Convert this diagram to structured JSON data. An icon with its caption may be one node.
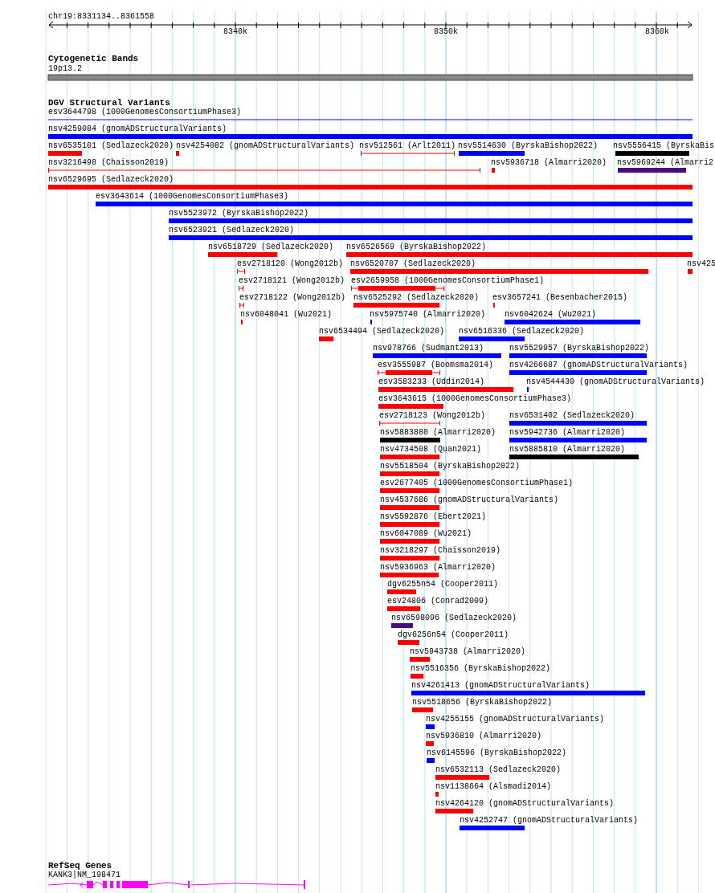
{
  "diagram": {
    "labels": [
      "chr19:8331134..8361558",
      "8340k",
      "8350k",
      "8360k",
      "Cytogenetic Bands",
      "19p13.2",
      "DGV Structural Variants",
      "esv3644798 (1000GenomesConsortiumPhase3)",
      "nsv4259084 (gnomADStructuralVariants)",
      "nsv6535101 (Sedlazeck2020)",
      "nsv4254082 (gnomADStructuralVariants)",
      "nsv512561 (Arlt2011)",
      "nsv5514630 (ByrskaBishop2022)",
      "nsv5556415 (ByrskaBis",
      "nsv3216498 (Chaisson2019)",
      "nsv5936718 (Almarri2020)",
      "nsv5969244 (Almarri2",
      "nsv6529695 (Sedlazeck2020)",
      "esv3643614 (1000GenomesConsortiumPhase3)",
      "nsv5523972 (ByrskaBishop2022)",
      "nsv6523921 (Sedlazeck2020)",
      "nsv6518729 (Sedlazeck2020)",
      "nsv6526569 (ByrskaBishop2022)",
      "esv2718120 (Wong2012b)",
      "nsv6520707 (Sedlazeck2020)",
      "nsv425",
      "esv2718121 (Wong2012b)",
      "esv2659958 (1000GenomesConsortiumPhase1)",
      "esv2718122 (Wong2012b)",
      "nsv6525292 (Sedlazeck2020)",
      "esv3657241 (Besenbacher2015)",
      "nsv6048041 (Wu2021)",
      "nsv5975740 (Almarri2020)",
      "nsv6042624 (Wu2021)",
      "nsv6534494 (Sedlazeck2020)",
      "nsv6516336 (Sedlazeck2020)",
      "nsv978766 (Sudmant2013)",
      "nsv5529957 (ByrskaBishop2022)",
      "esv3555987 (Boomsma2014)",
      "nsv4266687 (gnomADStructuralVariants)",
      "esv3583233 (Uddin2014)",
      "nsv4544430 (gnomADStructuralVariants)",
      "esv3643615 (1000GenomesConsortiumPhase3)",
      "esv2718123 (Wong2012b)",
      "nsv6531402 (Sedlazeck2020)",
      "nsv5883880 (Almarri2020)",
      "nsv5942736 (Almarri2020)",
      "nsv4734508 (Quan2021)",
      "nsv5885810 (Almarri2020)",
      "nsv5518504 (ByrskaBishop2022)",
      "esv2677405 (1000GenomesConsortiumPhase1)",
      "nsv4537686 (gnomADStructuralVariants)",
      "nsv5592876 (Ebert2021)",
      "nsv6047089 (Wu2021)",
      "nsv3218297 (Chaisson2019)",
      "nsv5936963 (Almarri2020)",
      "dgv6255n54 (Cooper2011)",
      "esv24806 (Conrad2009)",
      "nsv6598096 (Sedlazeck2020)",
      "dgv6256n54 (Cooper2011)",
      "nsv5943738 (Almarri2020)",
      "nsv5516356 (ByrskaBishop2022)",
      "nsv4261413 (gnomADStructuralVariants)",
      "nsv5518656 (ByrskaBishop2022)",
      "nsv4255155 (gnomADStructuralVariants)",
      "nsv5936810 (Almarri2020)",
      "nsv6145596 (ByrskaBishop2022)",
      "nsv6532113 (Sedlazeck2020)",
      "nsv1138664 (Alsmadi2014)",
      "nsv4264120 (gnomADStructuralVariants)",
      "nsv4252747 (gnomADStructuralVariants)",
      "RefSeq Genes",
      "KANK3|NM_198471"
    ]
  }
}
